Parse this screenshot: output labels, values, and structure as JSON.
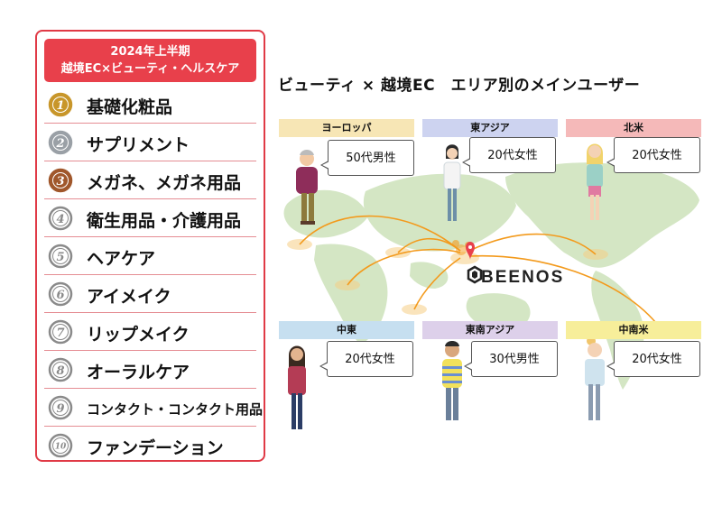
{
  "header": {
    "line1": "2024年上半期",
    "line2": "越境EC×ビューティ・ヘルスケア"
  },
  "ranking": [
    {
      "rank": "1",
      "label": "基礎化粧品",
      "medal": "gold",
      "color": "#c8962a"
    },
    {
      "rank": "2",
      "label": "サプリメント",
      "medal": "silver",
      "color": "#9aa0a6"
    },
    {
      "rank": "3",
      "label": "メガネ、メガネ用品",
      "medal": "bronze",
      "color": "#a0572b"
    },
    {
      "rank": "4",
      "label": "衛生用品・介護用品",
      "medal": "plain",
      "color": "#8a8a8a"
    },
    {
      "rank": "5",
      "label": "ヘアケア",
      "medal": "plain",
      "color": "#8a8a8a"
    },
    {
      "rank": "6",
      "label": "アイメイク",
      "medal": "plain",
      "color": "#8a8a8a"
    },
    {
      "rank": "7",
      "label": "リップメイク",
      "medal": "plain",
      "color": "#8a8a8a"
    },
    {
      "rank": "8",
      "label": "オーラルケア",
      "medal": "plain",
      "color": "#8a8a8a"
    },
    {
      "rank": "9",
      "label": "コンタクト・コンタクト用品",
      "medal": "plain",
      "color": "#8a8a8a"
    },
    {
      "rank": "10",
      "label": "ファンデーション",
      "medal": "plain",
      "color": "#8a8a8a"
    }
  ],
  "map": {
    "title": "ビューティ × 越境EC　エリア別のメインユーザー",
    "logo_text": "BEENOS",
    "regions": [
      {
        "name": "ヨーロッパ",
        "user": "50代男性",
        "color": "#f7e6b5"
      },
      {
        "name": "東アジア",
        "user": "20代女性",
        "color": "#cdd3f0"
      },
      {
        "name": "北米",
        "user": "20代女性",
        "color": "#f5b9b9"
      },
      {
        "name": "中東",
        "user": "20代女性",
        "color": "#c6dff0"
      },
      {
        "name": "東南アジア",
        "user": "30代男性",
        "color": "#ddd0ea"
      },
      {
        "name": "中南米",
        "user": "20代女性",
        "color": "#f7ee9a"
      }
    ]
  },
  "colors": {
    "accent_red": "#e8404b",
    "arc_orange": "#f39a1c",
    "map_green": "#d4e6c4"
  }
}
